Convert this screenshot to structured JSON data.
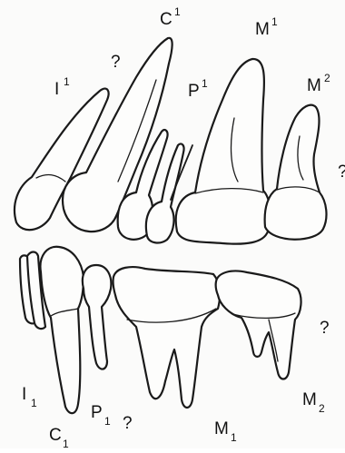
{
  "labels": {
    "c_upper": {
      "base": "C",
      "mark": "1"
    },
    "m1_upper": {
      "base": "M",
      "mark": "1"
    },
    "m2_upper": {
      "base": "M",
      "mark": "2"
    },
    "i1_upper": {
      "base": "I",
      "mark": "1"
    },
    "p1_upper": {
      "base": "P",
      "mark": "1"
    },
    "q_top": "?",
    "q_right_upper": "?",
    "i1_lower": {
      "base": "I",
      "mark": "1"
    },
    "c_lower": {
      "base": "C",
      "mark": "1"
    },
    "p1_lower": {
      "base": "P",
      "mark": "1"
    },
    "q_bottom": "?",
    "m1_lower": {
      "base": "M",
      "mark": "1"
    },
    "m2_lower": {
      "base": "M",
      "mark": "2"
    },
    "q_right_lower": "?"
  }
}
